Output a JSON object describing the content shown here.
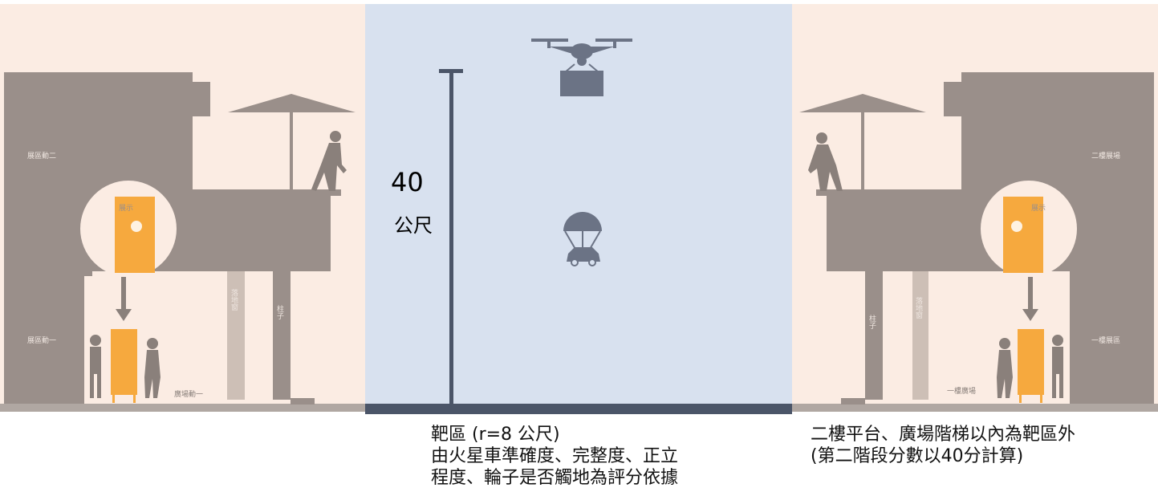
{
  "height_value": "40",
  "height_unit": "公尺",
  "target_caption": "靶區 (r=8 公尺)\n由火星車準確度、完整度、正立\n程度、輪子是否觸地為評分依據",
  "outside_caption": "二樓平台、廣場階梯以內為靶區外\n(第二階段分數以40分計算)",
  "left_building": {
    "label_floor2": "展區動二",
    "label_floor1": "展區動一",
    "label_window": "落地窗",
    "label_pillar": "柱子",
    "label_ground": "廣場動一",
    "poster_label": "展示"
  },
  "right_building": {
    "label_floor2": "二樓展場",
    "label_floor1": "一樓展區",
    "label_window": "落地窗",
    "label_pillar": "柱子",
    "label_ground": "一樓廣場",
    "poster_label": "展示"
  },
  "colors": {
    "background_side": "#fbece3",
    "target_zone": "#d8e1ef",
    "building": "#9a8f8a",
    "poster": "#f6a93e",
    "icon": "#6b7385",
    "pole": "#4b5568"
  }
}
